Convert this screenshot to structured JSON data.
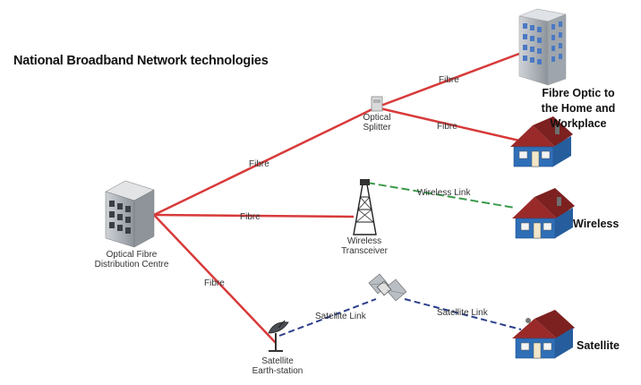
{
  "title": "National Broadband Network technologies",
  "nodes": {
    "distribution_centre": "Optical Fibre\nDistribution Centre",
    "splitter": "Optical\nSplitter",
    "transceiver": "Wireless\nTransceiver",
    "earth_station": "Satellite\nEarth-station"
  },
  "links": {
    "fibre_to_splitter": "Fibre",
    "fibre_to_building": "Fibre",
    "fibre_to_house": "Fibre",
    "fibre_to_tower": "Fibre",
    "fibre_to_earth": "Fibre",
    "wireless": "Wireless Link",
    "satellite_up": "Satellite Link",
    "satellite_down": "Satellite Link"
  },
  "outcomes": {
    "fttp": "Fibre Optic to\nthe Home and\nWorkplace",
    "wireless": "Wireless",
    "satellite": "Satellite"
  },
  "colors": {
    "fibre": "#d83a3a",
    "wireless_link": "#3a9a4a",
    "satellite_link": "#2c3f8c",
    "house_wall": "#2f6fb8",
    "roof": "#9a2a2a"
  }
}
